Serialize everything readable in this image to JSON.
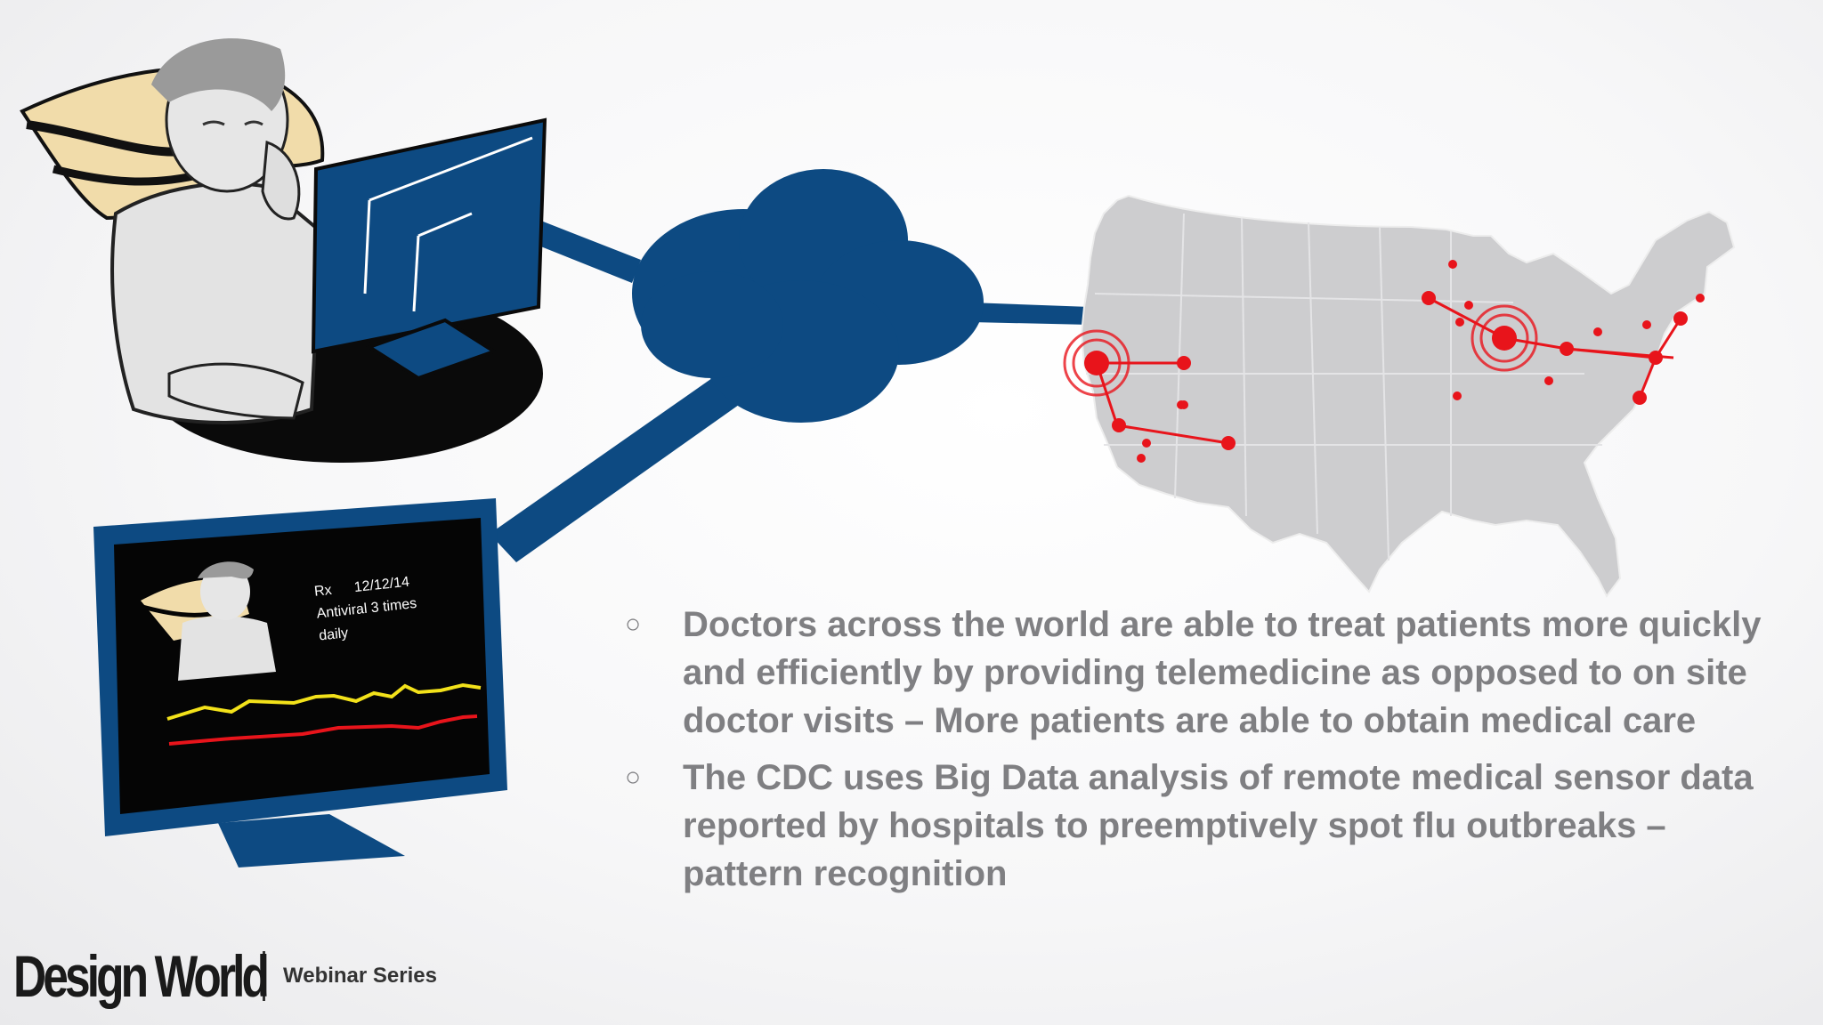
{
  "slide": {
    "bullets": [
      "Doctors across the world are able to treat patients more quickly and efficiently by providing telemedicine as opposed to on site doctor visits – More patients are able to obtain medical care",
      "The CDC uses Big Data analysis of remote medical sensor data reported by hospitals to preemptively spot flu outbreaks – pattern recognition"
    ],
    "bullet_marker": "○"
  },
  "monitor_screen": {
    "rx_label": "Rx",
    "date": "12/12/14",
    "prescription_line1": "Antiviral 3 times",
    "prescription_line2": "daily"
  },
  "footer": {
    "brand": "Design World",
    "series": "Webinar Series"
  },
  "colors": {
    "navy": "#0d4a82",
    "map_gray": "#cdcdcf",
    "alert_red": "#e8141b",
    "line_yellow": "#f3e21a",
    "text_gray": "#7f7f82"
  },
  "icons": [
    "doctor-figure",
    "cloud-icon",
    "us-map-icon",
    "monitor-icon"
  ]
}
